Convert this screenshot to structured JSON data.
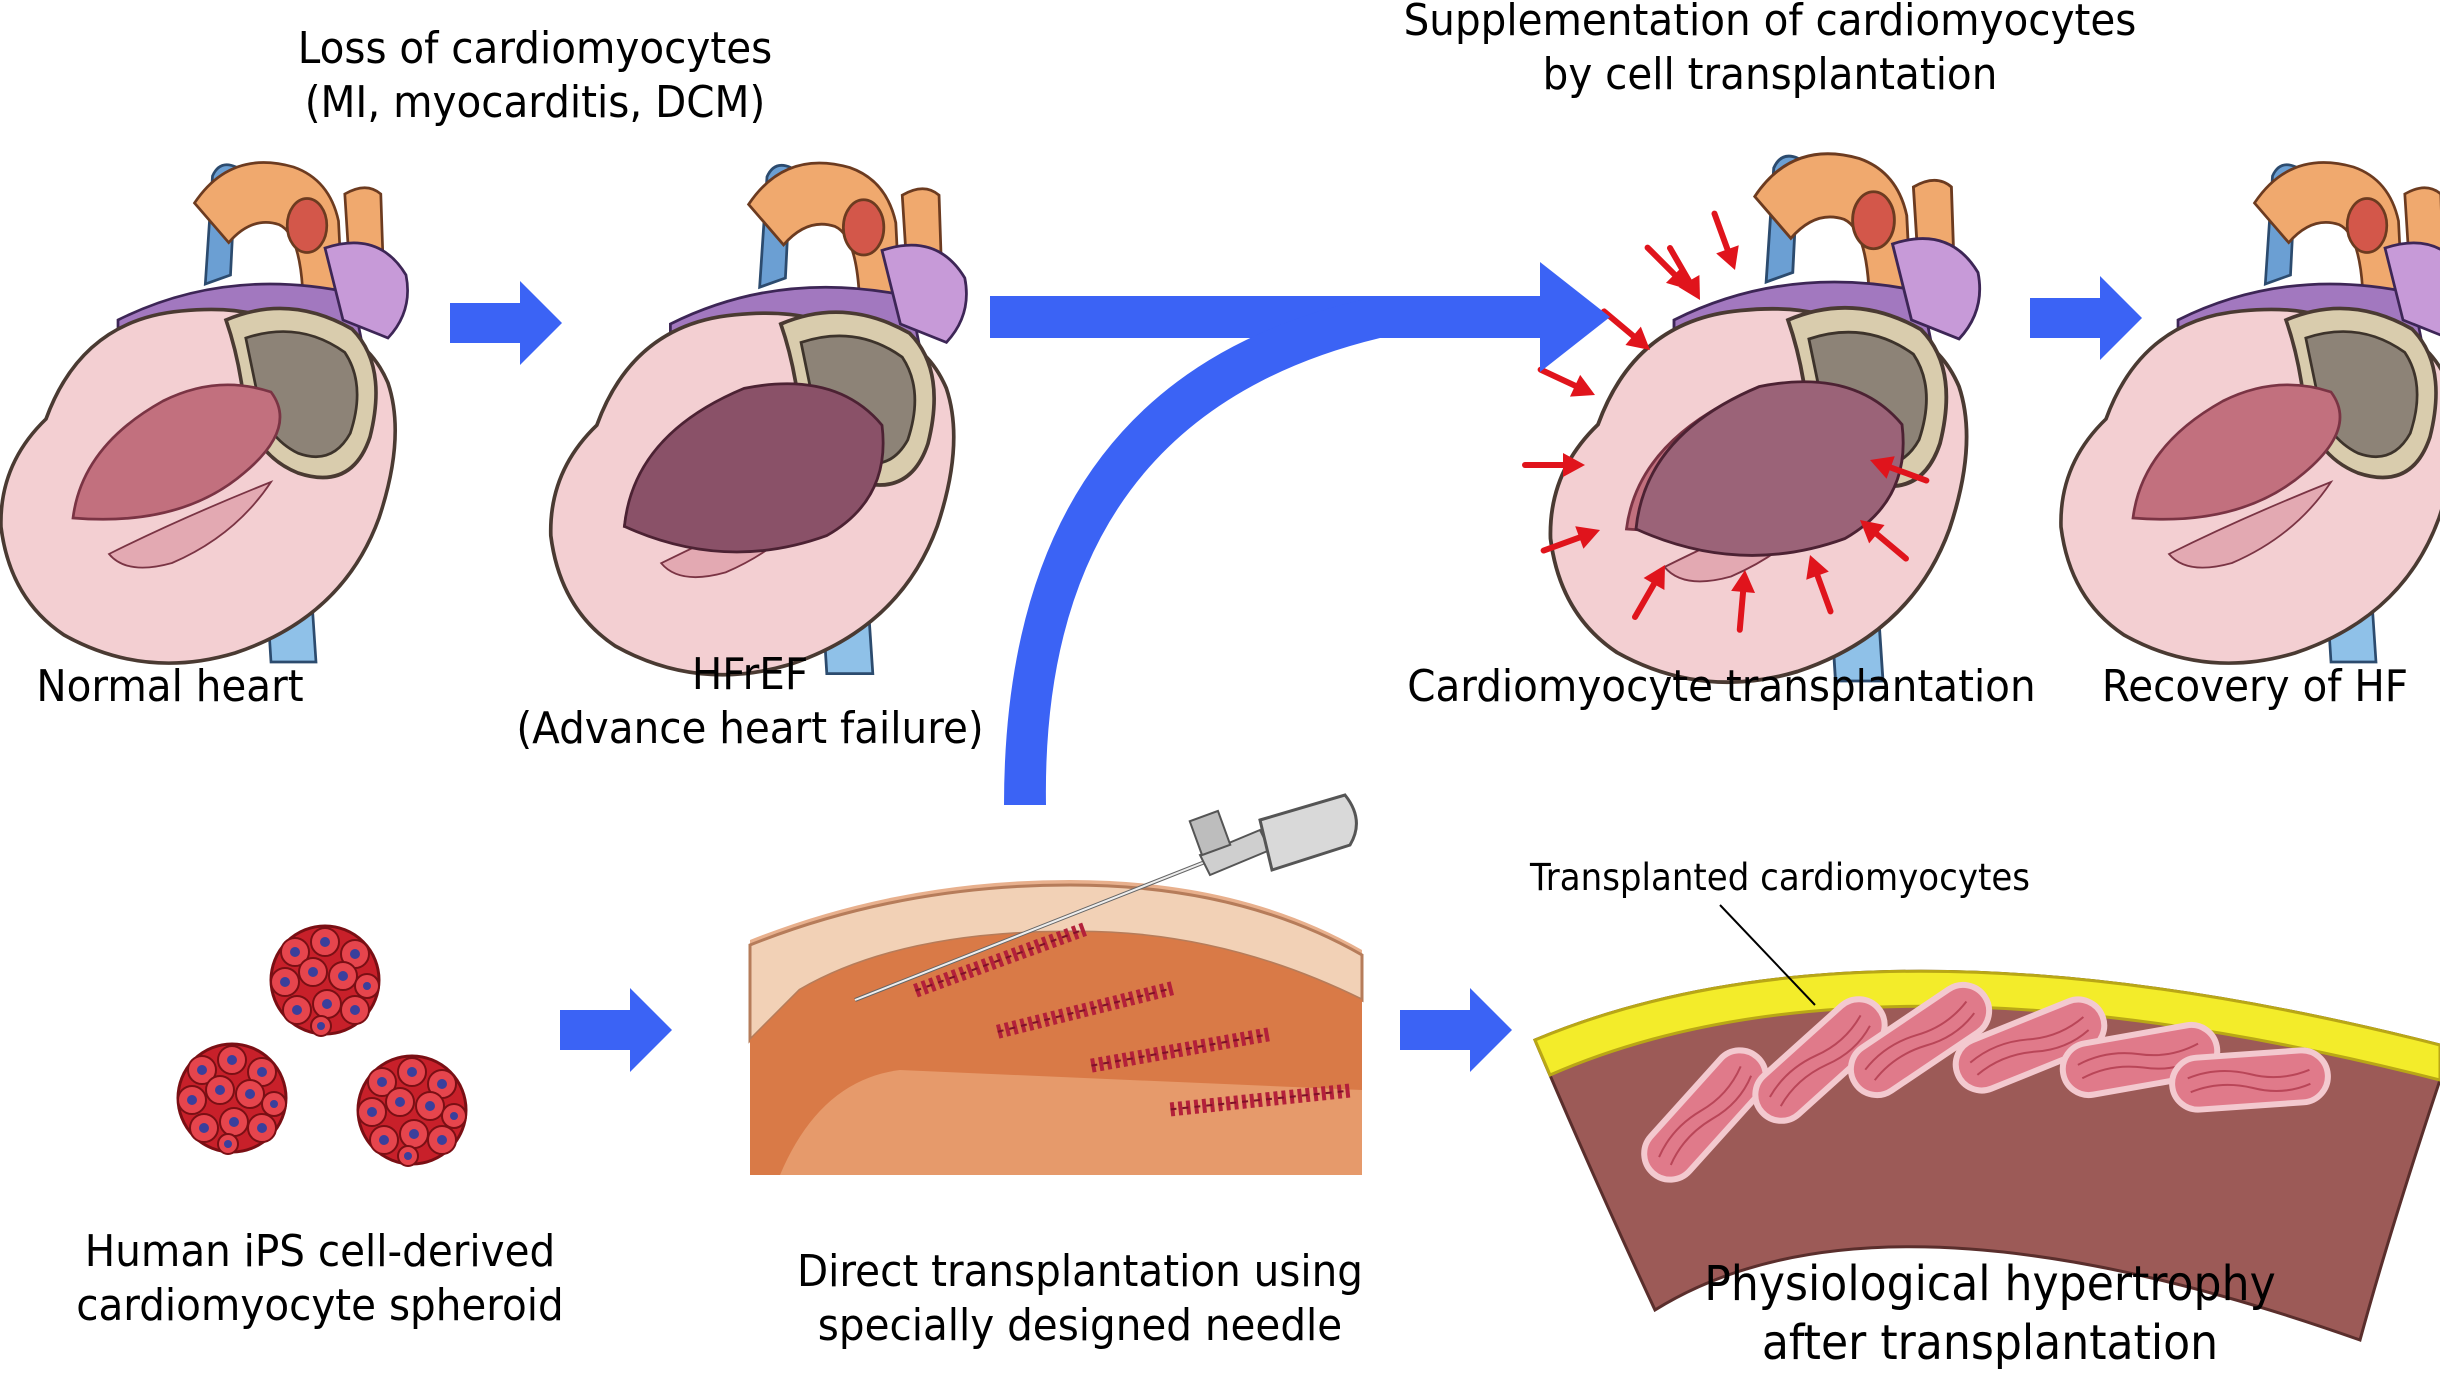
{
  "labels": {
    "loss_line1": "Loss of cardiomyocytes",
    "loss_line2": "(MI, myocarditis, DCM)",
    "supp_line1": "Supplementation of cardiomyocytes",
    "supp_line2": "by cell transplantation",
    "normal_heart": "Normal heart",
    "hfref_line1": "HFrEF",
    "hfref_line2": "(Advance heart failure)",
    "cardio_transplant": "Cardiomyocyte transplantation",
    "recovery": "Recovery of HF",
    "transplanted_callout": "Transplanted cardiomyocytes",
    "ips_line1": "Human iPS cell-derived",
    "ips_line2": "cardiomyocyte spheroid",
    "direct_line1": "Direct transplantation using",
    "direct_line2": "specially designed needle",
    "hyper_line1": "Physiological hypertrophy",
    "hyper_line2": "after transplantation"
  },
  "colors": {
    "arrow_blue": "#3b63f5",
    "injection_red": "#e0141c",
    "epicardium_yellow": "#f3ec2a",
    "myocardium": "#9c5a57",
    "graft_pink": "#e07a8a",
    "spheroid_red": "#c8202a",
    "spheroid_nucleus": "#3a3f9c"
  },
  "icons": [
    "heart-illustration-normal",
    "heart-illustration-hfref",
    "heart-illustration-transplanted",
    "heart-illustration-recovered",
    "spheroid-icon",
    "needle-icon",
    "myocardium-section-icon"
  ]
}
